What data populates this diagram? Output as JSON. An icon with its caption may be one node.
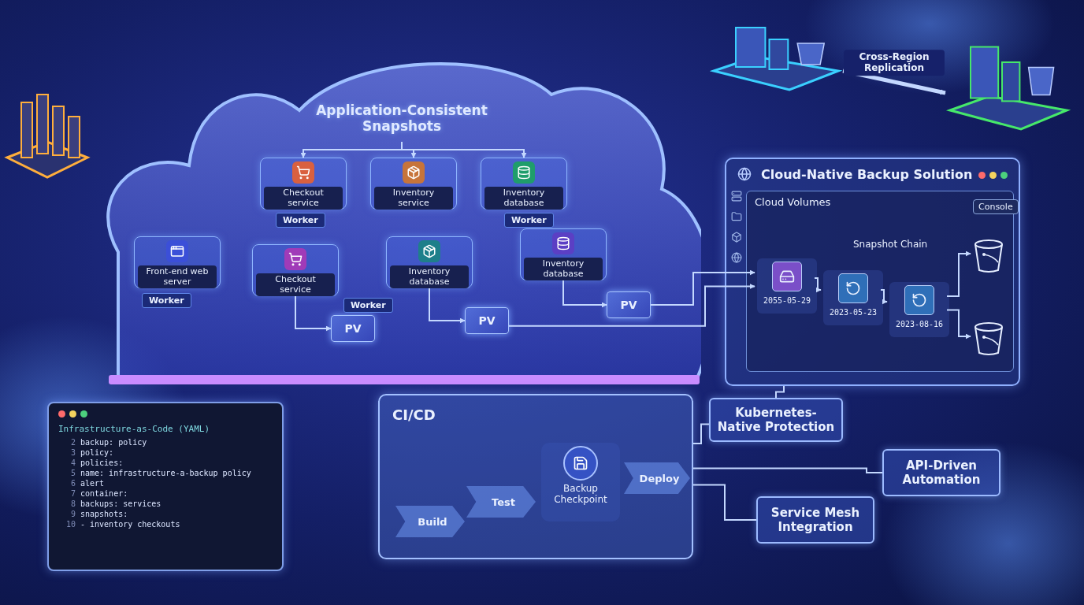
{
  "diagram": {
    "nodes": [
      {
        "text": [],
        "shape": "cloud"
      },
      {
        "text": [
          "Application-Consistent Snapshots"
        ],
        "in": 0
      },
      {
        "text": [
          "Front-end web server"
        ],
        "in": 0
      },
      {
        "text": [
          "Checkout service"
        ],
        "in": 0
      },
      {
        "text": [
          "Inventory service"
        ],
        "in": 0
      },
      {
        "text": [
          "Inventory database"
        ],
        "in": 0
      },
      {
        "text": [
          "Checkout service"
        ],
        "in": 0
      },
      {
        "text": [
          "Inventory database"
        ],
        "in": 0
      },
      {
        "text": [
          "Inventory database"
        ],
        "in": 0
      },
      {
        "text": [
          "PV"
        ],
        "in": 0
      },
      {
        "text": [
          "PV"
        ],
        "in": 0
      },
      {
        "text": [
          "PV"
        ],
        "in": 0
      },
      {
        "text": [
          "Cloud-Native Backup Solution"
        ]
      },
      {
        "text": [
          "Cloud Volumes"
        ],
        "in": 12
      },
      {
        "text": [
          "2055-05-29"
        ],
        "in": 13
      },
      {
        "text": [
          "2023-05-23"
        ],
        "in": 13
      },
      {
        "text": [
          "2023-08-16"
        ],
        "in": 13
      },
      {
        "text": [],
        "shape": "bucket",
        "in": 13
      },
      {
        "text": [],
        "shape": "bucket",
        "in": 13
      },
      {
        "text": [],
        "shape": "picture"
      },
      {
        "text": [],
        "shape": "picture"
      },
      {
        "text": [
          "Kubernetes-Native Protection"
        ]
      },
      {
        "text": [
          "API-Driven Automation"
        ]
      },
      {
        "text": [
          "Service Mesh Integration"
        ]
      },
      {
        "text": [
          "CI/CD"
        ]
      },
      {
        "text": [
          "Build"
        ],
        "in": 24
      },
      {
        "text": [
          "Test"
        ],
        "in": 24
      },
      {
        "text": [
          "Backup Checkpoint"
        ],
        "in": 24
      },
      {
        "text": [
          "Deploy"
        ],
        "in": 24
      },
      {
        "text": [
          "Infrastructure-as-Code (YAML)"
        ]
      }
    ],
    "edges": [
      {
        "from": 1,
        "to": 3,
        "arrow": "to"
      },
      {
        "from": 1,
        "to": 4,
        "arrow": "to"
      },
      {
        "from": 1,
        "to": 5,
        "arrow": "to"
      },
      {
        "from": 6,
        "to": 9,
        "arrow": "to"
      },
      {
        "from": 7,
        "to": 10,
        "arrow": "to"
      },
      {
        "from": 8,
        "to": 11,
        "arrow": "to"
      },
      {
        "from": 10,
        "to": 14,
        "arrow": "to"
      },
      {
        "from": 11,
        "to": 14,
        "arrow": "to"
      },
      {
        "from": 14,
        "to": 15,
        "arrow": "to"
      },
      {
        "from": 15,
        "to": 16,
        "arrow": "to"
      },
      {
        "from": 16,
        "to": 17,
        "arrow": "to"
      },
      {
        "from": 16,
        "to": 18,
        "arrow": "to"
      },
      {
        "from": 19,
        "to": 20,
        "arrow": "to",
        "label": "Cross-Region Replication",
        "style": "thick"
      },
      {
        "from": 24,
        "to": 21,
        "arrow": "none"
      },
      {
        "from": 24,
        "to": 23,
        "arrow": "none"
      },
      {
        "from": 24,
        "to": 22,
        "arrow": "none"
      },
      {
        "from": 21,
        "to": 12,
        "arrow": "none"
      }
    ],
    "labels": [
      "Worker",
      "Worker",
      "Worker",
      "Worker",
      "Snapshot Chain",
      "Console",
      "2",
      "backup: policy",
      "3",
      "policy:",
      "4",
      "policies:",
      "5",
      "name: infrastructure-a-backup policy",
      "6",
      "alert",
      "7",
      "container:",
      "8",
      "backups: services",
      "9",
      "snapshots:",
      "10",
      "- inventory checkouts"
    ]
  }
}
